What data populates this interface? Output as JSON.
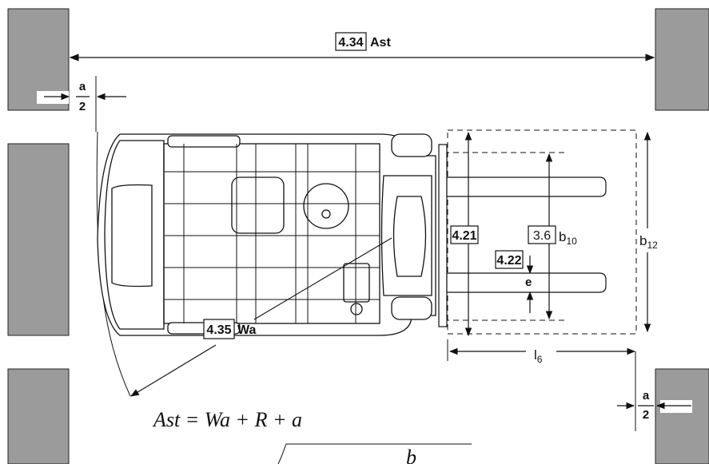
{
  "dimensions": {
    "ast": {
      "code": "4.34",
      "label": "Ast"
    },
    "wa": {
      "code": "4.35",
      "label": "Wa"
    },
    "overall_width": {
      "code": "4.21"
    },
    "b10": {
      "code": "3.6",
      "label": "b",
      "sub": "10"
    },
    "e": {
      "code": "4.22",
      "label": "e"
    },
    "b12": {
      "label": "b",
      "sub": "12"
    },
    "l6": {
      "label": "l",
      "sub": "6"
    },
    "a_top": {
      "num": "a",
      "den": "2"
    },
    "a_bottom": {
      "num": "a",
      "den": "2"
    }
  },
  "formula": {
    "main": "Ast = Wa + R + a",
    "partial_numerator": "b"
  },
  "colors": {
    "aisle_block": "#9b9b9b",
    "line": "#111111",
    "truck_fill": "#ffffff"
  }
}
